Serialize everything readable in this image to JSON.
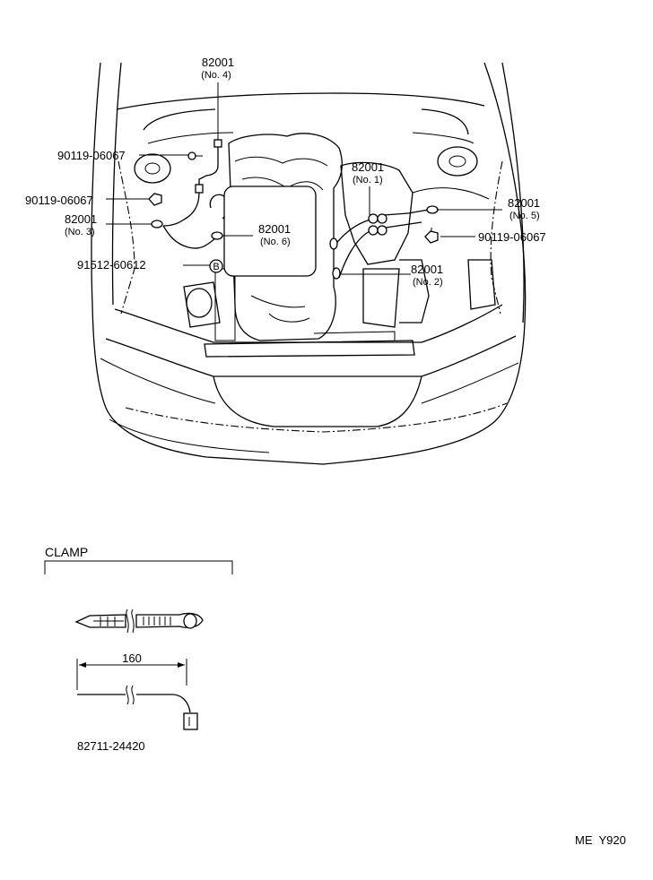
{
  "callouts": {
    "no4": {
      "part": "82001",
      "sub": "(No. 4)"
    },
    "bolt_top_left": {
      "part": "90119-06067"
    },
    "bolt_mid_left": {
      "part": "90119-06067"
    },
    "no3": {
      "part": "82001",
      "sub": "(No. 3)"
    },
    "no6": {
      "part": "82001",
      "sub": "(No. 6)"
    },
    "clamp_b": {
      "part": "91512-60612",
      "mark": "B"
    },
    "no1": {
      "part": "82001",
      "sub": "(No. 1)"
    },
    "no5": {
      "part": "82001",
      "sub": "(No. 5)"
    },
    "bolt_right": {
      "part": "90119-06067"
    },
    "no2": {
      "part": "82001",
      "sub": "(No. 2)"
    }
  },
  "clamp_section": {
    "title": "CLAMP",
    "dimension": "160",
    "part_number": "82711-24420"
  },
  "footer": {
    "code": "ME  Y920"
  }
}
